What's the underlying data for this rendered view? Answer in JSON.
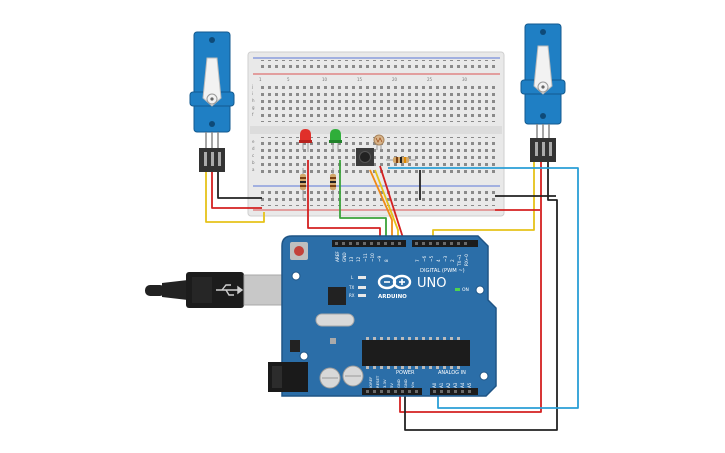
{
  "arduino": {
    "logo_text": "ARDUINO",
    "model": "UNO",
    "on_label": "ON",
    "digital_label": "DIGITAL (PWM ~)",
    "power_label": "POWER",
    "analog_label": "ANALOG IN",
    "aref_label": "AREF",
    "gnd_label": "GND",
    "led_l_label": "L",
    "tx_label": "TX",
    "rx_label": "RX",
    "digital_pins": [
      "13",
      "12",
      "~11",
      "~10",
      "~9",
      "8",
      "7",
      "~6",
      "~5",
      "4",
      "~3",
      "2",
      "TX→1",
      "RX←0"
    ],
    "power_pins": [
      "IOREF",
      "RESET",
      "3.3V",
      "5V",
      "GND",
      "GND",
      "Vin"
    ],
    "analog_pins": [
      "A0",
      "A1",
      "A2",
      "A3",
      "A4",
      "A5"
    ]
  },
  "breadboard": {
    "column_numbers": [
      "1",
      "5",
      "10",
      "15",
      "20",
      "25",
      "30"
    ],
    "row_letters_top": [
      "j",
      "i",
      "h",
      "g",
      "f"
    ],
    "row_letters_bottom": [
      "e",
      "d",
      "c",
      "b",
      "a"
    ]
  },
  "colors": {
    "board_blue": "#2b6ea8",
    "servo_blue": "#1f7fc4",
    "wire_red": "#d42020",
    "wire_black": "#222222",
    "wire_yellow": "#e6c21a",
    "wire_green": "#3aa23a",
    "wire_orange": "#ef8a17",
    "wire_blue": "#2a9fd6",
    "led_red": "#e0302a",
    "led_green": "#2fae3a"
  }
}
